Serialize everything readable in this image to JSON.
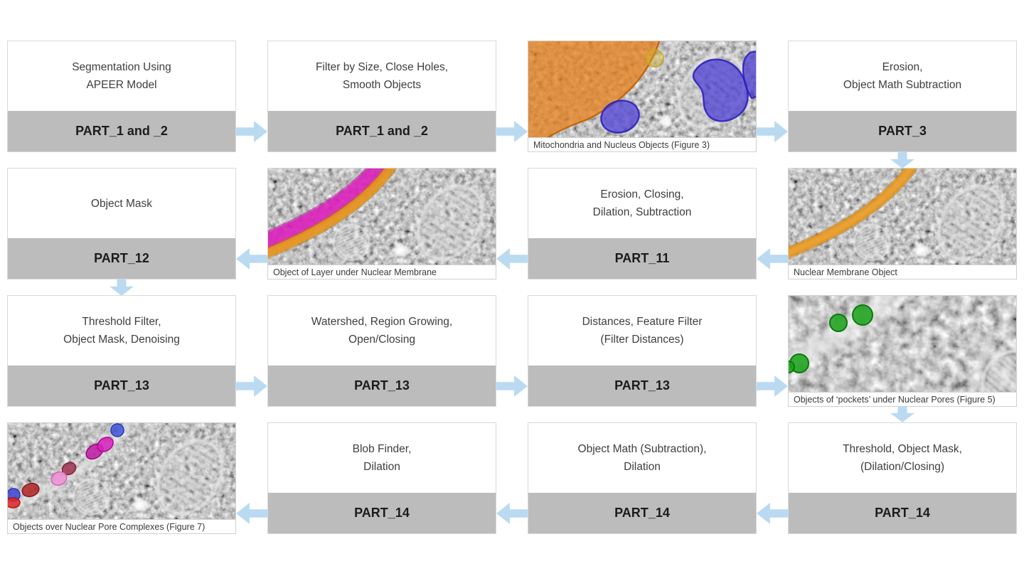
{
  "steps": {
    "r1c1": {
      "line1": "Segmentation Using",
      "line2": "APEER Model",
      "part": "PART_1 and _2"
    },
    "r1c2": {
      "line1": "Filter by Size, Close Holes,",
      "line2": "Smooth Objects",
      "part": "PART_1 and _2"
    },
    "r1c4": {
      "line1": "Erosion,",
      "line2": "Object Math Subtraction",
      "part": "PART_3"
    },
    "r2c1": {
      "line1": "Object Mask",
      "line2": "",
      "part": "PART_12"
    },
    "r2c3": {
      "line1": "Erosion, Closing,",
      "line2": "Dilation, Subtraction",
      "part": "PART_11"
    },
    "r3c1": {
      "line1": "Threshold Filter,",
      "line2": "Object Mask, Denoising",
      "part": "PART_13"
    },
    "r3c2": {
      "line1": "Watershed, Region Growing,",
      "line2": "Open/Closing",
      "part": "PART_13"
    },
    "r3c3": {
      "line1": "Distances, Feature Filter",
      "line2": "(Filter Distances)",
      "part": "PART_13"
    },
    "r4c2": {
      "line1": "Blob Finder,",
      "line2": "Dilation",
      "part": "PART_14"
    },
    "r4c3": {
      "line1": "Object Math (Subtraction),",
      "line2": "Dilation",
      "part": "PART_14"
    },
    "r4c4": {
      "line1": "Threshold, Object Mask,",
      "line2": "(Dilation/Closing)",
      "part": "PART_14"
    }
  },
  "figures": {
    "figure3": {
      "caption": "Mitochondria and Nucleus Objects (Figure 3)"
    },
    "layer_under_membrane": {
      "caption": "Object of Layer under Nuclear Membrane"
    },
    "nuclear_membrane": {
      "caption": "Nuclear Membrane Object"
    },
    "figure5": {
      "caption": "Objects of ‘pockets’ under Nuclear Pores (Figure 5)"
    },
    "figure7": {
      "caption": "Objects over Nuclear Pore Complexes (Figure 7)"
    }
  },
  "arrows": [
    {
      "row": 1,
      "from": "r1c1",
      "to": "r1c2",
      "direction": "right"
    },
    {
      "row": 1,
      "from": "r1c2",
      "to": "figure3",
      "direction": "right"
    },
    {
      "row": 1,
      "from": "figure3",
      "to": "r1c4",
      "direction": "right"
    },
    {
      "row": "1-2",
      "from": "r1c4",
      "to": "nuclear_membrane",
      "direction": "down"
    },
    {
      "row": 2,
      "from": "nuclear_membrane",
      "to": "r2c3",
      "direction": "left"
    },
    {
      "row": 2,
      "from": "r2c3",
      "to": "layer_under_membrane",
      "direction": "left"
    },
    {
      "row": 2,
      "from": "layer_under_membrane",
      "to": "r2c1",
      "direction": "left"
    },
    {
      "row": "2-3",
      "from": "r2c1",
      "to": "r3c1",
      "direction": "down"
    },
    {
      "row": 3,
      "from": "r3c1",
      "to": "r3c2",
      "direction": "right"
    },
    {
      "row": 3,
      "from": "r3c2",
      "to": "r3c3",
      "direction": "right"
    },
    {
      "row": 3,
      "from": "r3c3",
      "to": "figure5",
      "direction": "right"
    },
    {
      "row": "3-4",
      "from": "figure5",
      "to": "r4c4",
      "direction": "down"
    },
    {
      "row": 4,
      "from": "r4c4",
      "to": "r4c3",
      "direction": "left"
    },
    {
      "row": 4,
      "from": "r4c3",
      "to": "r4c2",
      "direction": "left"
    },
    {
      "row": 4,
      "from": "r4c2",
      "to": "figure7",
      "direction": "left"
    }
  ],
  "palette": {
    "arrow_blue": "#badaf2",
    "part_bar_gray": "#bcbcbc",
    "box_border": "#d9d9d9",
    "step_text": "#3e3e3e",
    "part_text": "#1c1c1c",
    "nucleus_overlay_orange": "#e6811c",
    "mitochondria_overlay_blue": "#4a3ad6",
    "membrane_overlay_orange": "#e8961f",
    "layer_overlay_magenta": "#e320c3",
    "pocket_overlay_green": "#17a217",
    "yellow_ring": "#d9b82a"
  }
}
